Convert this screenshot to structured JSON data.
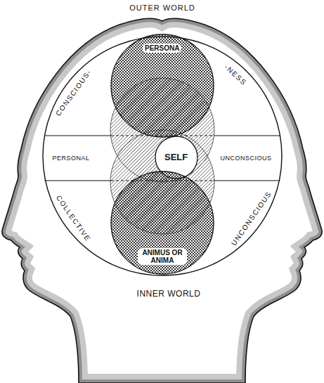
{
  "diagram": {
    "nodes": [
      {
        "text": [
          "PERSONA"
        ]
      },
      {
        "text": [
          "SELF"
        ]
      },
      {
        "text": [
          "ANIMUS OR ANIMA"
        ]
      }
    ],
    "labels": [
      "OUTER WORLD",
      "CONSCIOUS-",
      "-NESS",
      "PERSONAL",
      "UNCONSCIOUS",
      "COLLECTIVE",
      "UNCONSCIOUS",
      "INNER WORLD"
    ]
  }
}
